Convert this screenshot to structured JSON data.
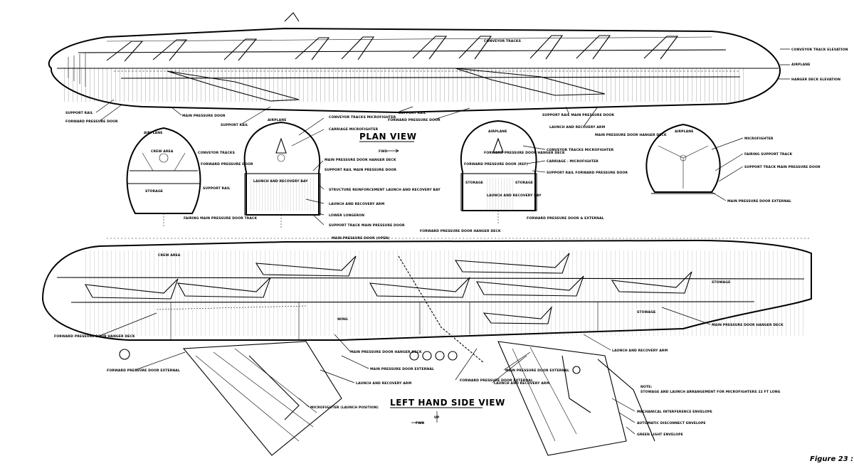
{
  "titles": {
    "plan_view": "PLAN VIEW",
    "side_view": "LEFT HAND SIDE VIEW",
    "figure": "Figure 23 :",
    "fwd": "FWD",
    "up": "UP"
  },
  "plan_labels": {
    "conveyor_tracks": "CONVEYOR TRACKS",
    "conveyor_track_elevation": "CONVEYOR TRACK ELEVATION",
    "airplane": "AIRPLANE",
    "hanger_deck_elevation": "HANGER DECK ELEVATION",
    "support_rail": "SUPPORT RAIL",
    "forward_pressure_door": "FORWARD PRESSURE DOOR",
    "main_pressure_door": "MAIN PRESSURE DOOR",
    "support_rail_2": "SUPPORT RAIL",
    "forward_pressure_door_2": "FORWARD PRESSURE DOOR",
    "support_rail_main": "SUPPORT RAIL MAIN PRESSURE DOOR",
    "launch_recovery_arm": "LAUNCH AND RECOVERY ARM",
    "main_pressure_door_hanger": "MAIN PRESSURE DOOR HANGER DECK"
  },
  "section_labels": {
    "airplane_1": "AIRPLANE",
    "crew_area": "CREW AREA",
    "conveyor_tracks_1": "CONVEYOR TRACKS",
    "forward_pressure_door_1": "FORWARD PRESSURE DOOR",
    "storage_1": "STORAGE",
    "support_rail_1": "SUPPORT RAIL",
    "fairing": "FAIRING MAIN PRESSURE DOOR TRACK",
    "airplane_2": "AIRPLANE",
    "conveyor_micro": "CONVEYOR TRACKS MICROFIGHTER",
    "carriage_micro": "CARRIAGE MICROFIGHTER",
    "main_door_hanger_2": "MAIN PRESSURE DOOR HANGER DECK",
    "support_rail_main_2": "SUPPORT RAIL MAIN PRESSURE DOOR",
    "launch_bay": "LAUNCH AND RECOVERY BAY",
    "structure_reinforcement": "STRUCTURE REINFORCEMENT LAUNCH AND RECOVERY BAY",
    "launch_arm_2": "LAUNCH AND RECOVERY ARM",
    "lower_longeron": "LOWER LONGERON",
    "support_track": "SUPPORT TRACK MAIN PRESSURE DOOR",
    "main_door_open": "MAIN PRESSURE DOOR (OPEN)",
    "airplane_3": "AIRPLANE",
    "fwd_door_hanger_3": "FORWARD PRESSURE DOOR HANGER DECK",
    "forward_pressure_door_ref": "FORWARD PRESSURE DOOR (REF)",
    "conveyor_micro_3": "CONVEYOR TRACKS MICROFIGHTER",
    "carriage_micro_3": "CARRIAGE - MICROFIGHTER",
    "support_rail_fwd_3": "SUPPORT RAIL FORWARD PRESSURE DOOR",
    "storage_3a": "STORAGE",
    "storage_3b": "STORAGE",
    "launch_bay_3": "LAUNCH AND RECOVERY BAY",
    "fwd_door_external_3": "FORWARD PRESSURE DOOR & EXTERNAL",
    "airplane_4": "AIRPLANE",
    "microfighter_4": "MICROFIGHTER",
    "fairing_support_4": "FAIRING SUPPORT TRACK",
    "support_track_main_4": "SUPPORT TRACK MAIN PRESSURE DOOR",
    "main_door_external_4": "MAIN PRESSURE DOOR EXTERNAL"
  },
  "side_labels": {
    "crew_area": "CREW AREA",
    "stowage_1": "STOWAGE",
    "stowage_2": "STOWAGE",
    "wing": "WING",
    "fwd_door_hanger": "FORWARD PRESSURE DOOR HANGER DECK",
    "fwd_door_external": "FORWARD PRESSURE DOOR EXTERNAL",
    "main_door_external": "MAIN PRESSURE DOOR EXTERNAL",
    "main_door_hanger": "MAIN PRESSURE DOOR HANGER DECK",
    "launch_arm": "LAUNCH AND RECOVERY ARM",
    "main_door_external_2": "MAIN PRESSURE DOOR EXTERNAL",
    "launch_arm_2": "LAUNCH AND RECOVERY ARM",
    "fwd_door_external_2": "FORWARD PRESSURE DOOR EXTERNAL",
    "main_door_hanger_r": "MAIN PRESSURE DOOR HANGER DECK",
    "launch_arm_r": "LAUNCH AND RECOVERY ARM",
    "microfighter_launch": "MICROFIGHTER (LAUNCH POSITION)",
    "note_title": "NOTE:",
    "note_body": "STOWAGE AND LAUNCH ARRANGEMENT FOR MICROFIGHTERS 22 FT LONG",
    "mech_interference": "MECHANICAL INTERFERENCE ENVELOPE",
    "auto_disconnect": "AUTOMATIC DISCONNECT ENVELOPE",
    "green_light": "GREEN LIGHT ENVELOPE"
  },
  "colors": {
    "ink": "#000000",
    "paper": "#ffffff"
  }
}
